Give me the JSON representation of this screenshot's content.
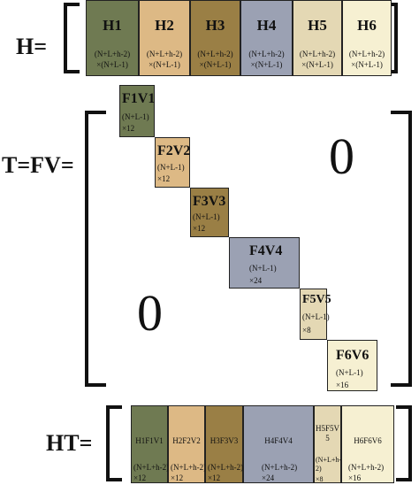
{
  "labels": {
    "h": "H=",
    "t": "T=FV=",
    "ht": "HT="
  },
  "zeros": {
    "upper": "0",
    "lower": "0"
  },
  "h_blocks": [
    {
      "title": "H1",
      "dim1": "(N+L+h-2)",
      "dim2": "×(N+L-1)",
      "color": "#6f7a52"
    },
    {
      "title": "H2",
      "dim1": "(N+L+h-2)",
      "dim2": "×(N+L-1)",
      "color": "#ddb985"
    },
    {
      "title": "H3",
      "dim1": "(N+L+h-2)",
      "dim2": "×(N+L-1)",
      "color": "#9a7f45"
    },
    {
      "title": "H4",
      "dim1": "(N+L+h-2)",
      "dim2": "×(N+L-1)",
      "color": "#9ba1b3"
    },
    {
      "title": "H5",
      "dim1": "(N+L+h-2)",
      "dim2": "×(N+L-1)",
      "color": "#e4d8b4"
    },
    {
      "title": "H6",
      "dim1": "(N+L+h-2)",
      "dim2": "×(N+L-1)",
      "color": "#f6f0d2"
    }
  ],
  "fv_blocks": [
    {
      "title": "F1V1",
      "dim1": "(N+L-1)",
      "dim2": "×12",
      "color": "#6f7a52"
    },
    {
      "title": "F2V2",
      "dim1": "(N+L-1)",
      "dim2": "×12",
      "color": "#ddb985"
    },
    {
      "title": "F3V3",
      "dim1": "(N+L-1)",
      "dim2": "×12",
      "color": "#9a7f45"
    },
    {
      "title": "F4V4",
      "dim1": "(N+L-1)",
      "dim2": "×24",
      "color": "#9ba1b3"
    },
    {
      "title": "F5V5",
      "dim1": "(N+L-1)",
      "dim2": "×8",
      "color": "#e4d8b4"
    },
    {
      "title": "F6V6",
      "dim1": "(N+L-1)",
      "dim2": "×16",
      "color": "#f6f0d2"
    }
  ],
  "ht_blocks": [
    {
      "title": "H1F1V1",
      "dim1": "(N+L+h-2)",
      "dim2": "×12",
      "color": "#6f7a52"
    },
    {
      "title": "H2F2V2",
      "dim1": "(N+L+h-2)",
      "dim2": "×12",
      "color": "#ddb985"
    },
    {
      "title": "H3F3V3",
      "dim1": "(N+L+h-2)",
      "dim2": "×12",
      "color": "#9a7f45"
    },
    {
      "title": "H4F4V4",
      "dim1": "(N+L+h-2)",
      "dim2": "×24",
      "color": "#9ba1b3"
    },
    {
      "title": "H5F5V5",
      "dim1": "(N+L+h-2)",
      "dim2": "×8",
      "color": "#e4d8b4"
    },
    {
      "title": "H6F6V6",
      "dim1": "(N+L+h-2)",
      "dim2": "×16",
      "color": "#f6f0d2"
    }
  ]
}
